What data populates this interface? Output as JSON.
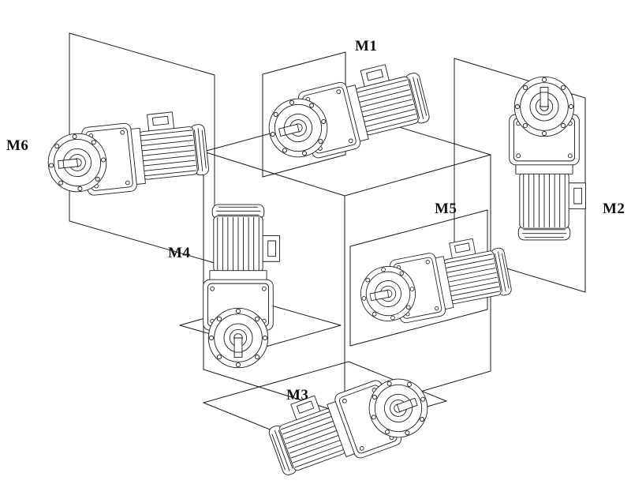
{
  "figure": {
    "kind": "gearmotor-mounting-positions-diagram",
    "labels": {
      "m1": "M1",
      "m2": "M2",
      "m3": "M3",
      "m4": "M4",
      "m5": "M5",
      "m6": "M6"
    },
    "colors": {
      "line": "#1a1a1a",
      "background": "#ffffff",
      "label": "#111111"
    }
  }
}
